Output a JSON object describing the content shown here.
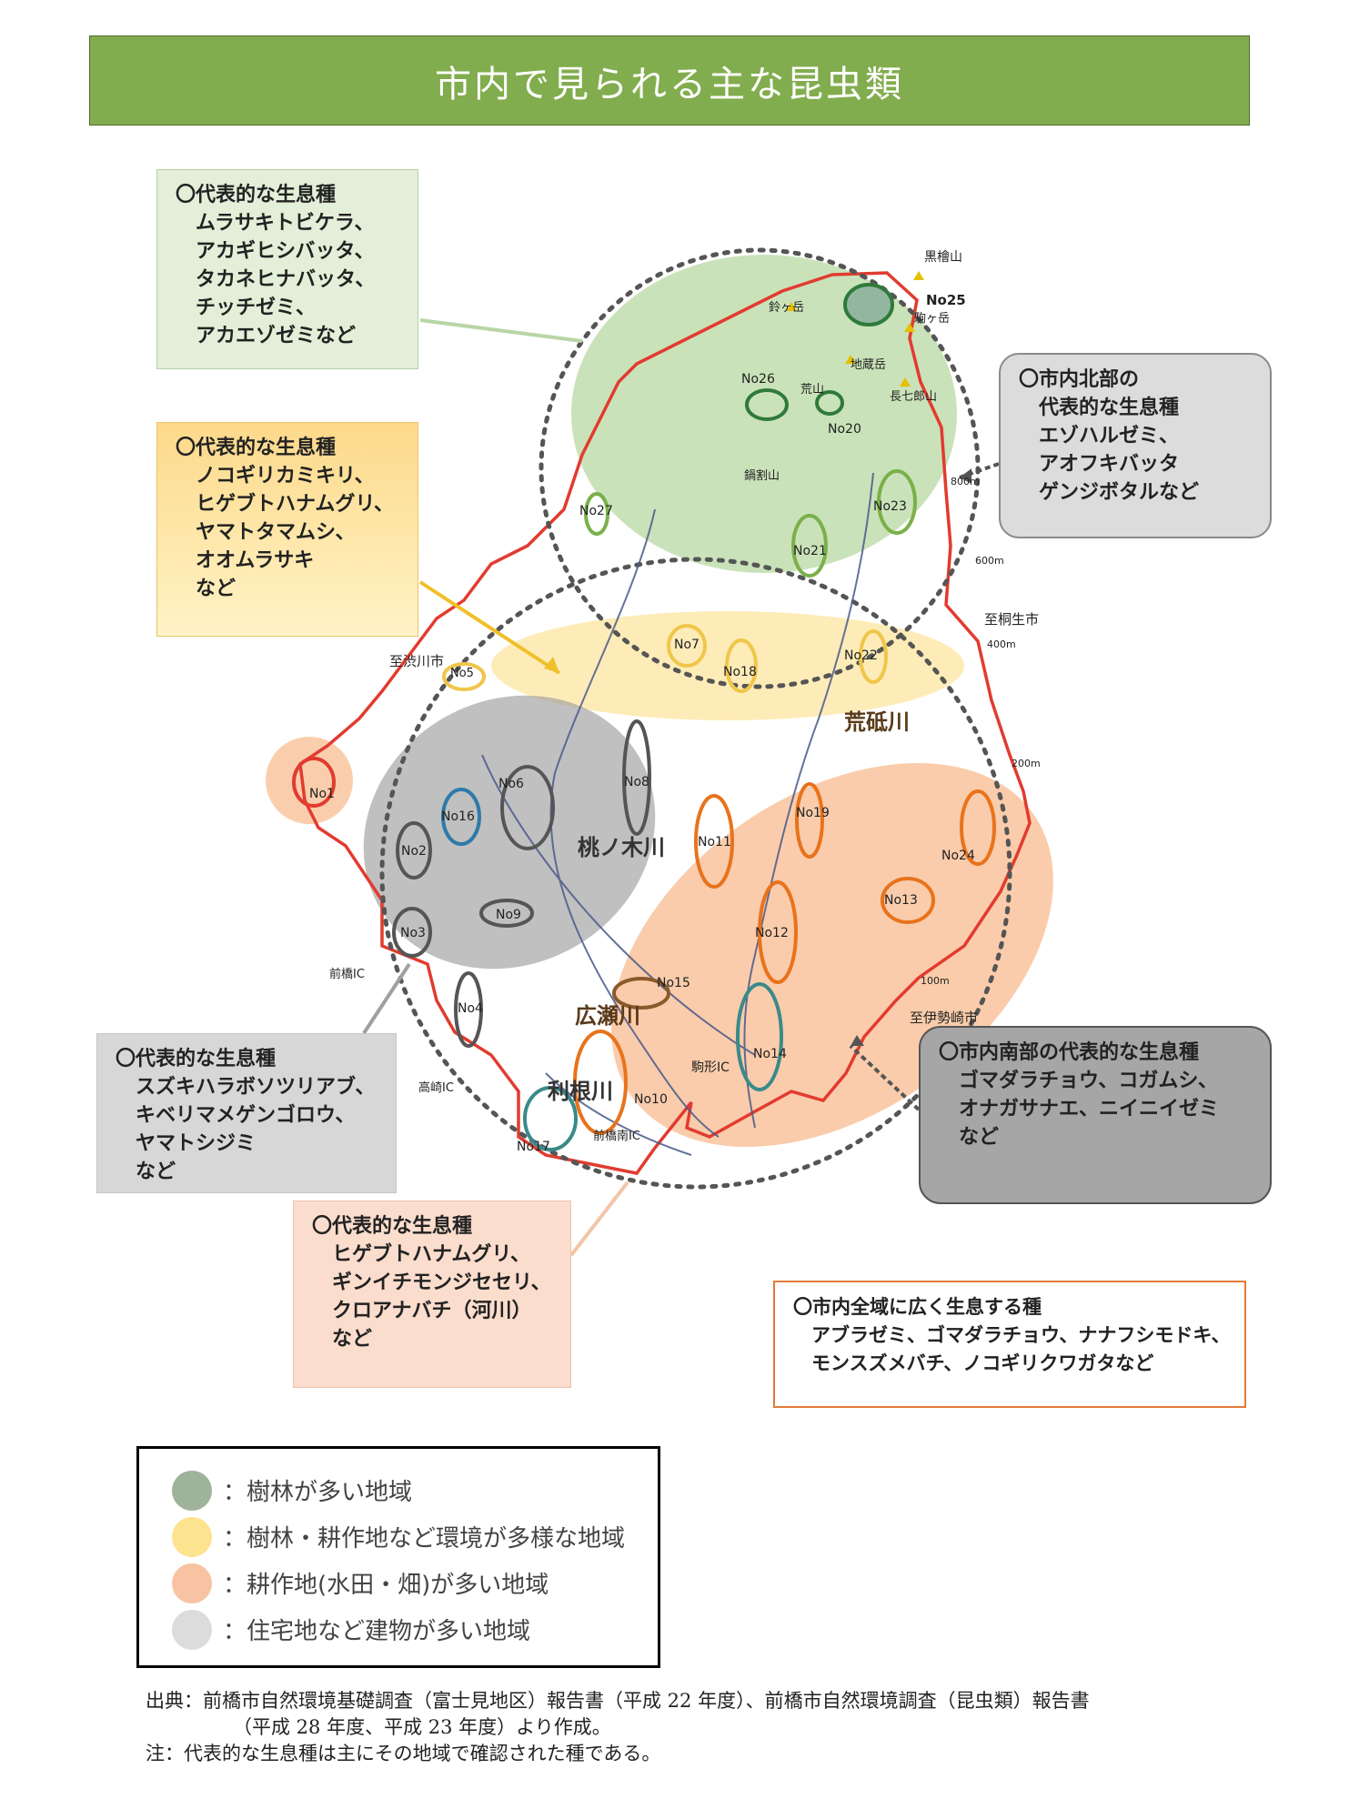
{
  "title": "市内で見られる主な昆虫類",
  "boxes": {
    "forest": {
      "head": "〇代表的な生息種",
      "species": [
        "ムラサキトビケラ、",
        "アカギヒシバッタ、",
        "タカネヒナバッタ、",
        "チッチゼミ、",
        "アカエゾゼミなど"
      ]
    },
    "yellow": {
      "head": "〇代表的な生息種",
      "species": [
        "ノコギリカミキリ、",
        "ヒゲブトハナムグリ、",
        "ヤマトタマムシ、",
        "オオムラサキ",
        "など"
      ]
    },
    "north": {
      "head": "〇市内北部の",
      "species": [
        "代表的な生息種",
        "エゾハルゼミ、",
        "アオフキバッタ",
        "ゲンジボタルなど"
      ]
    },
    "gray": {
      "head": "〇代表的な生息種",
      "species": [
        "スズキハラボソツリアブ、",
        "キベリマメゲンゴロウ、",
        "ヤマトシジミ",
        "など"
      ]
    },
    "south": {
      "head": "〇市内南部の代表的な生息種",
      "species": [
        "ゴマダラチョウ、コガムシ、",
        "オナガサナエ、ニイニイゼミ",
        "など"
      ]
    },
    "peach": {
      "head": "〇代表的な生息種",
      "species": [
        "ヒゲブトハナムグリ、",
        "ギンイチモンジセセリ、",
        "クロアナバチ（河川）",
        "など"
      ]
    },
    "whole": {
      "head": "〇市内全域に広く生息する種",
      "species": [
        "アブラゼミ、ゴマダラチョウ、ナナフシモドキ、",
        "モンスズメバチ、ノコギリクワガタなど"
      ]
    }
  },
  "map": {
    "mountains": [
      "黒檜山",
      "鈴ヶ岳",
      "駒ヶ岳",
      "荒山",
      "地蔵岳",
      "長七郎山",
      "鍋割山"
    ],
    "rivers": [
      "荒砥川",
      "桃ノ木川",
      "広瀬川",
      "利根川"
    ],
    "directions": [
      "至桐生市",
      "至渋川市",
      "至伊勢崎市"
    ],
    "interchanges": [
      "前橋IC",
      "高崎IC",
      "駒形IC",
      "前橋南IC"
    ],
    "elevations": [
      "600m",
      "400m",
      "200m",
      "100m",
      "800m"
    ],
    "sites": [
      "No25",
      "No26",
      "No20",
      "No27",
      "No23",
      "No21",
      "No7",
      "No18",
      "No22",
      "No5",
      "No1",
      "No16",
      "No6",
      "No8",
      "No2",
      "No19",
      "No11",
      "No24",
      "No13",
      "No9",
      "No3",
      "No12",
      "No15",
      "No4",
      "No14",
      "No10",
      "No17"
    ],
    "region_colors": {
      "forest": "#a6cf8a",
      "mixed": "#fde5a0",
      "farmland": "#f8b98a",
      "urban": "#9e9e9e"
    }
  },
  "legend": [
    {
      "label": "：樹林が多い地域",
      "color": "#9fb39a"
    },
    {
      "label": "：樹林・耕作地など環境が多様な地域",
      "color": "#fde28f"
    },
    {
      "label": "：耕作地(水田・畑)が多い地域",
      "color": "#f8c3a2"
    },
    {
      "label": "：住宅地など建物が多い地域",
      "color": "#dcdcdc"
    }
  ],
  "source": [
    "出典：前橋市自然環境基礎調査（富士見地区）報告書（平成 22 年度）、前橋市自然環境調査（昆虫類）報告書",
    "（平成 28 年度、平成 23 年度）より作成。",
    "注：代表的な生息種は主にその地域で確認された種である。"
  ]
}
